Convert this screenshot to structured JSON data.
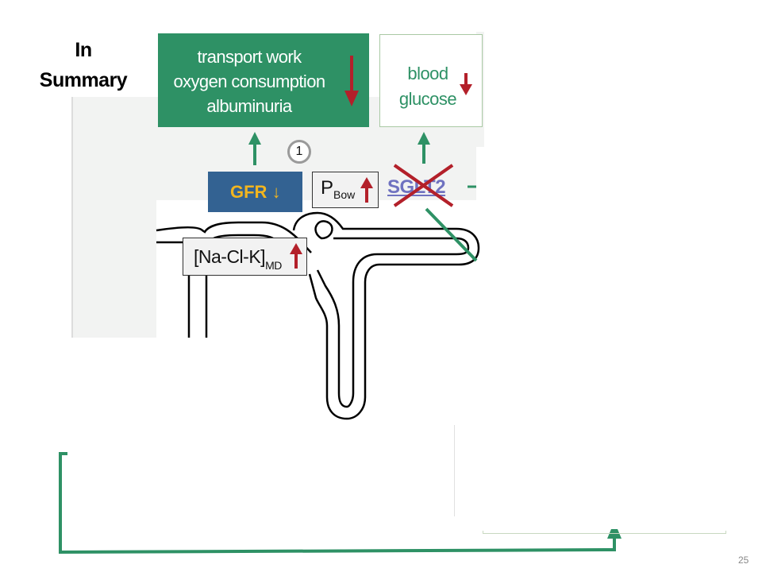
{
  "slide": {
    "title_line1": "In",
    "title_line2": "Summary",
    "page_number": "25"
  },
  "effects_box": {
    "lines": [
      "transport work",
      "oxygen consumption",
      "albuminuria"
    ],
    "direction": "decrease",
    "arrow_color": "#b3202a",
    "background": "#2e9165"
  },
  "glucose_box": {
    "line1": "blood",
    "line2": "glucose",
    "direction": "decrease",
    "text_color": "#2e9165"
  },
  "gfr_box": {
    "label": "GFR",
    "arrow": "↓",
    "direction": "decrease",
    "background": "#336292",
    "text_color": "#f2b51f"
  },
  "step_marker": {
    "number": "1"
  },
  "pbow_box": {
    "label": "P",
    "subscript": "Bow",
    "direction": "increase"
  },
  "nacl_box": {
    "label": "[Na-Cl-K]",
    "subscript": "MD",
    "direction": "increase"
  },
  "sglt2": {
    "label": "SGLT2",
    "state": "inhibited",
    "text_color": "#6f72c0",
    "cross_color": "#b3202a"
  },
  "colors": {
    "green_arrow": "#2e9165",
    "red_arrow": "#b3202a",
    "tubule_stroke": "#000000"
  }
}
